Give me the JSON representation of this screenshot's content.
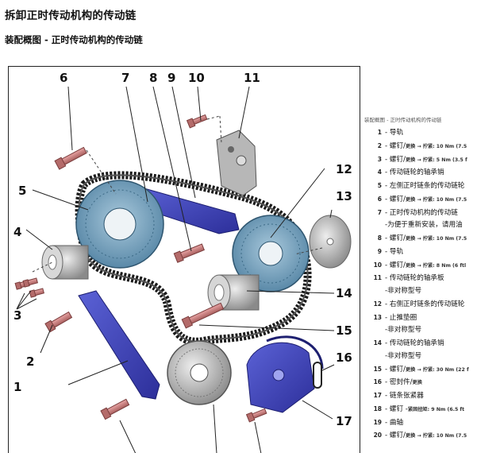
{
  "page": {
    "title": "拆卸正时传动机构的传动链",
    "subtitle": "装配概图 - 正时传动机构的传动链"
  },
  "figure": {
    "callouts": [
      "1",
      "2",
      "3",
      "4",
      "5",
      "6",
      "7",
      "8",
      "9",
      "10",
      "11",
      "12",
      "13",
      "14",
      "15",
      "16",
      "17"
    ]
  },
  "legend": {
    "title": "装配概图 - 正时传动机构的传动链",
    "items": [
      {
        "num": "1",
        "text": "导轨"
      },
      {
        "num": "2",
        "text": "螺钉/",
        "note": "更换 → 拧紧: 10 Nm (7.5"
      },
      {
        "num": "3",
        "text": "螺钉/",
        "note": "更换 → 拧紧: 5 Nm (3.5 f"
      },
      {
        "num": "4",
        "text": "传动链轮的轴承销"
      },
      {
        "num": "5",
        "text": "左侧正时链条的传动链轮"
      },
      {
        "num": "6",
        "text": "螺钉/",
        "note": "更换 → 拧紧: 10 Nm (7.5"
      },
      {
        "num": "7",
        "text": "正时传动机构的传动链"
      },
      {
        "num": "",
        "text": "为便于重新安装，请用油"
      },
      {
        "num": "8",
        "text": "螺钉/",
        "note": "更换 → 拧紧: 10 Nm (7.5"
      },
      {
        "num": "9",
        "text": "导轨"
      },
      {
        "num": "10",
        "text": "螺钉/",
        "note": "更换 → 拧紧: 8 Nm (6 ftl"
      },
      {
        "num": "11",
        "text": "传动链轮的轴承板"
      },
      {
        "num": "",
        "text": "非对称型号"
      },
      {
        "num": "12",
        "text": "右侧正时链条的传动链轮"
      },
      {
        "num": "13",
        "text": "止推垫圈"
      },
      {
        "num": "",
        "text": "非对称型号"
      },
      {
        "num": "14",
        "text": "传动链轮的轴承销"
      },
      {
        "num": "",
        "text": "非对称型号"
      },
      {
        "num": "15",
        "text": "螺钉/",
        "note": "更换 → 拧紧: 30 Nm (22 f"
      },
      {
        "num": "16",
        "text": "密封件/",
        "note": "更换"
      },
      {
        "num": "17",
        "text": "链条张紧器"
      },
      {
        "num": "18",
        "text": "螺钉 -",
        "note": "紧固扭矩: 9 Nm (6.5 ft"
      },
      {
        "num": "19",
        "text": "曲轴"
      },
      {
        "num": "20",
        "text": "螺钉/",
        "note": "更换 → 拧紧: 10 Nm (7.5"
      }
    ]
  }
}
